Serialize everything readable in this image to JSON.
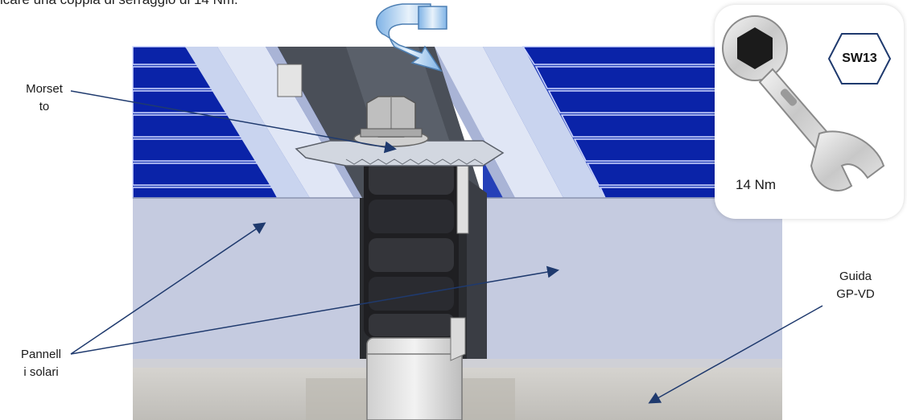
{
  "instruction_text": "icare una coppia di serraggio di 14 Nm.",
  "labels": {
    "morsetto": "Morset\nto",
    "pannelli": "Pannell\ni solari",
    "guida": "Guida\nGP-VD"
  },
  "tool": {
    "size": "SW13",
    "torque": "14 Nm"
  },
  "colors": {
    "solar_cell": "#0a23a8",
    "panel_frame": "#c5cbe0",
    "rail": "#c9cbd0",
    "clamp_dark": "#1f1f22",
    "callout_line": "#1f3a6e"
  }
}
